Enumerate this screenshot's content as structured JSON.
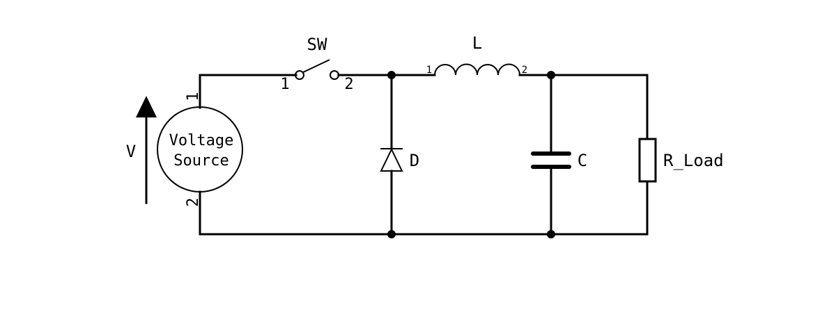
{
  "schematic": {
    "source": {
      "line1": "Voltage",
      "line2": "Source",
      "pin_top": "1",
      "pin_bottom": "2",
      "voltage_label": "V"
    },
    "switch": {
      "label": "SW",
      "pin1": "1",
      "pin2": "2"
    },
    "inductor": {
      "label": "L",
      "pin1": "1",
      "pin2": "2"
    },
    "diode": {
      "label": "D"
    },
    "capacitor": {
      "label": "C"
    },
    "resistor": {
      "label": "R_Load"
    },
    "colors": {
      "stroke": "#000000",
      "background": "#ffffff"
    }
  }
}
